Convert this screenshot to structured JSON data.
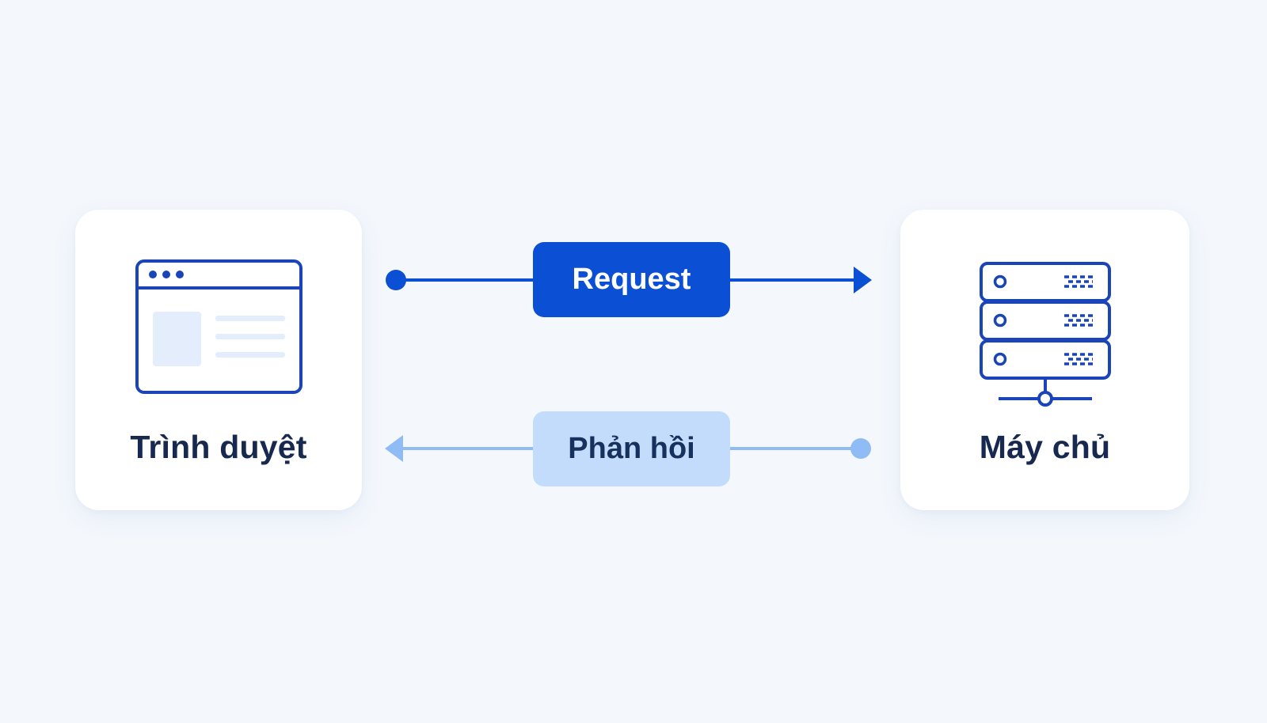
{
  "browser": {
    "label": "Trình duyệt",
    "icon": "browser-window-icon"
  },
  "server": {
    "label": "Máy chủ",
    "icon": "server-rack-icon"
  },
  "request": {
    "label": "Request",
    "color": "#0b4fd4"
  },
  "response": {
    "label": "Phản hồi",
    "color": "#8fbcf5"
  },
  "colors": {
    "background": "#f4f8fd",
    "card": "#ffffff",
    "text": "#17294f",
    "icon_stroke": "#1a45b8",
    "icon_fill": "#e3edfc"
  }
}
